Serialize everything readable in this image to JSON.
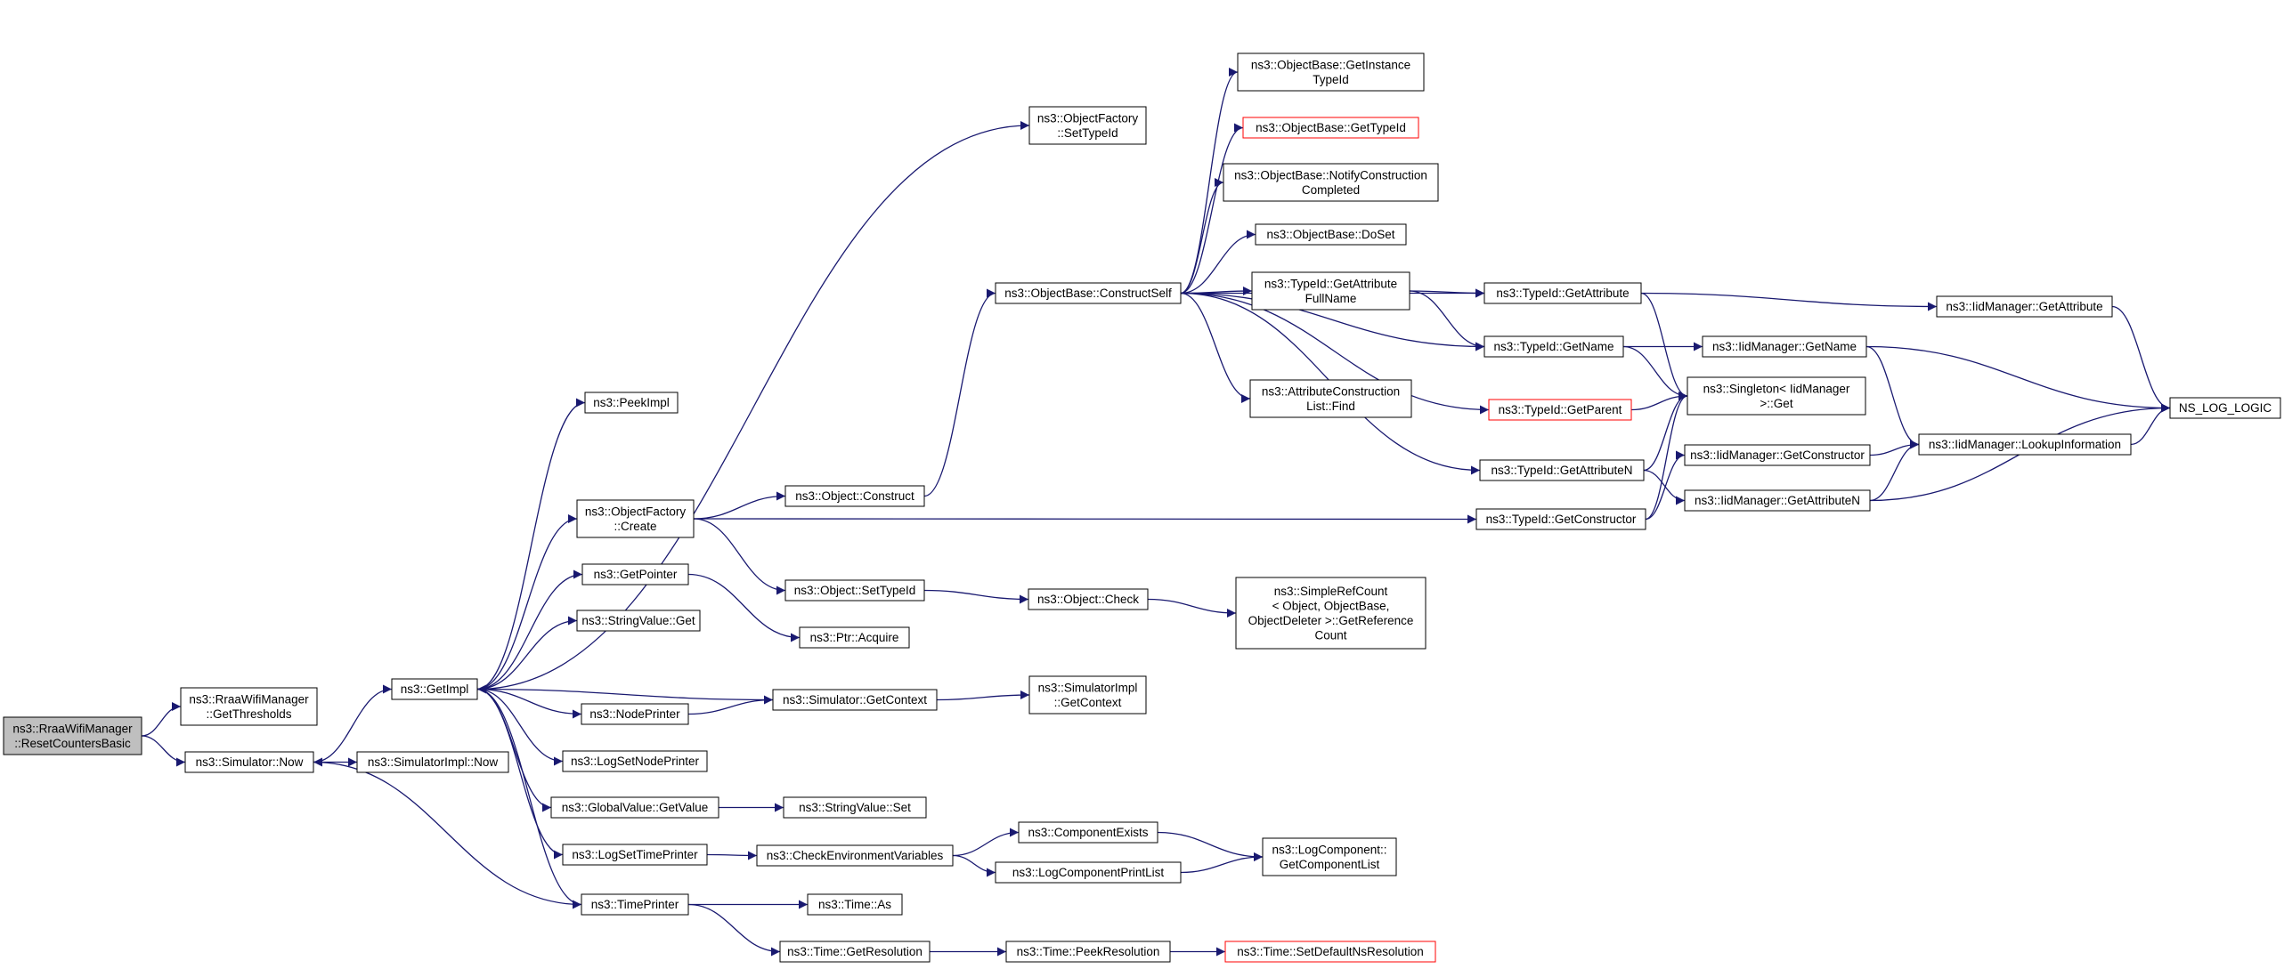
{
  "colors": {
    "edge": "#191970",
    "node_border": "#000000",
    "node_border_truncated": "#ff0000",
    "root_fill": "#bfbfbf",
    "node_fill": "#ffffff"
  },
  "graph": {
    "nodes": [
      {
        "id": "root",
        "lines": [
          "ns3::RraaWifiManager",
          "::ResetCountersBasic"
        ],
        "root": true
      },
      {
        "id": "getthr",
        "lines": [
          "ns3::RraaWifiManager",
          "::GetThresholds"
        ]
      },
      {
        "id": "simnow",
        "lines": [
          "ns3::Simulator::Now"
        ]
      },
      {
        "id": "simimplnow",
        "lines": [
          "ns3::SimulatorImpl::Now"
        ]
      },
      {
        "id": "getimpl",
        "lines": [
          "ns3::GetImpl"
        ]
      },
      {
        "id": "peekimpl",
        "lines": [
          "ns3::PeekImpl"
        ]
      },
      {
        "id": "ofcreate",
        "lines": [
          "ns3::ObjectFactory",
          "::Create"
        ]
      },
      {
        "id": "getpointer",
        "lines": [
          "ns3::GetPointer"
        ]
      },
      {
        "id": "svget",
        "lines": [
          "ns3::StringValue::Get"
        ]
      },
      {
        "id": "nodeprinter",
        "lines": [
          "ns3::NodePrinter"
        ]
      },
      {
        "id": "logsetnode",
        "lines": [
          "ns3::LogSetNodePrinter"
        ]
      },
      {
        "id": "gvgetvalue",
        "lines": [
          "ns3::GlobalValue::GetValue"
        ]
      },
      {
        "id": "logsettime",
        "lines": [
          "ns3::LogSetTimePrinter"
        ]
      },
      {
        "id": "timeprinter",
        "lines": [
          "ns3::TimePrinter"
        ]
      },
      {
        "id": "ofsettypeid",
        "lines": [
          "ns3::ObjectFactory",
          "::SetTypeId"
        ]
      },
      {
        "id": "objconstruct",
        "lines": [
          "ns3::Object::Construct"
        ]
      },
      {
        "id": "objsettypeid",
        "lines": [
          "ns3::Object::SetTypeId"
        ]
      },
      {
        "id": "ptracquire",
        "lines": [
          "ns3::Ptr::Acquire"
        ]
      },
      {
        "id": "simgetctx",
        "lines": [
          "ns3::Simulator::GetContext"
        ]
      },
      {
        "id": "svset",
        "lines": [
          "ns3::StringValue::Set"
        ]
      },
      {
        "id": "checkenv",
        "lines": [
          "ns3::CheckEnvironmentVariables"
        ]
      },
      {
        "id": "timeas",
        "lines": [
          "ns3::Time::As"
        ]
      },
      {
        "id": "timegetres",
        "lines": [
          "ns3::Time::GetResolution"
        ]
      },
      {
        "id": "constructself",
        "lines": [
          "ns3::ObjectBase::ConstructSelf"
        ]
      },
      {
        "id": "objcheck",
        "lines": [
          "ns3::Object::Check"
        ]
      },
      {
        "id": "simimplctx",
        "lines": [
          "ns3::SimulatorImpl",
          "::GetContext"
        ]
      },
      {
        "id": "compexists",
        "lines": [
          "ns3::ComponentExists"
        ]
      },
      {
        "id": "compprint",
        "lines": [
          "ns3::LogComponentPrintList"
        ]
      },
      {
        "id": "timepeekres",
        "lines": [
          "ns3::Time::PeekResolution"
        ]
      },
      {
        "id": "getinstance",
        "lines": [
          "ns3::ObjectBase::GetInstance",
          "TypeId"
        ]
      },
      {
        "id": "obgettypeid",
        "lines": [
          "ns3::ObjectBase::GetTypeId"
        ],
        "truncated": true
      },
      {
        "id": "notifyconst",
        "lines": [
          "ns3::ObjectBase::NotifyConstruction",
          "Completed"
        ]
      },
      {
        "id": "doset",
        "lines": [
          "ns3::ObjectBase::DoSet"
        ]
      },
      {
        "id": "getattrfull",
        "lines": [
          "ns3::TypeId::GetAttribute",
          "FullName"
        ]
      },
      {
        "id": "attrfind",
        "lines": [
          "ns3::AttributeConstruction",
          "List::Find"
        ]
      },
      {
        "id": "simplerefcount",
        "lines": [
          "ns3::SimpleRefCount",
          "< Object, ObjectBase,",
          "ObjectDeleter >::GetReference",
          "Count"
        ]
      },
      {
        "id": "logcompget",
        "lines": [
          "ns3::LogComponent::",
          "GetComponentList"
        ]
      },
      {
        "id": "setdefaultns",
        "lines": [
          "ns3::Time::SetDefaultNsResolution"
        ],
        "truncated": true
      },
      {
        "id": "tgetattr",
        "lines": [
          "ns3::TypeId::GetAttribute"
        ]
      },
      {
        "id": "tgetname",
        "lines": [
          "ns3::TypeId::GetName"
        ]
      },
      {
        "id": "tgetparent",
        "lines": [
          "ns3::TypeId::GetParent"
        ],
        "truncated": true
      },
      {
        "id": "tgetattrn",
        "lines": [
          "ns3::TypeId::GetAttributeN"
        ]
      },
      {
        "id": "tgetconstructor",
        "lines": [
          "ns3::TypeId::GetConstructor"
        ]
      },
      {
        "id": "singleton",
        "lines": [
          "ns3::Singleton< IidManager",
          ">::Get"
        ]
      },
      {
        "id": "iidgetname",
        "lines": [
          "ns3::IidManager::GetName"
        ]
      },
      {
        "id": "iidgetconstructor",
        "lines": [
          "ns3::IidManager::GetConstructor"
        ]
      },
      {
        "id": "iidgetattrn",
        "lines": [
          "ns3::IidManager::GetAttributeN"
        ]
      },
      {
        "id": "iidgetattr",
        "lines": [
          "ns3::IidManager::GetAttribute"
        ]
      },
      {
        "id": "lookupinfo",
        "lines": [
          "ns3::IidManager::LookupInformation"
        ]
      },
      {
        "id": "nslog",
        "lines": [
          "NS_LOG_LOGIC"
        ]
      }
    ],
    "edges": [
      [
        "root",
        "getthr"
      ],
      [
        "root",
        "simnow"
      ],
      [
        "simnow",
        "simimplnow"
      ],
      [
        "simnow",
        "getimpl"
      ],
      [
        "getimpl",
        "peekimpl"
      ],
      [
        "getimpl",
        "ofsettypeid"
      ],
      [
        "getimpl",
        "ofcreate"
      ],
      [
        "getimpl",
        "getpointer"
      ],
      [
        "getimpl",
        "svget"
      ],
      [
        "getimpl",
        "nodeprinter"
      ],
      [
        "getimpl",
        "logsetnode"
      ],
      [
        "getimpl",
        "gvgetvalue"
      ],
      [
        "getimpl",
        "logsettime"
      ],
      [
        "getimpl",
        "timeprinter"
      ],
      [
        "ofcreate",
        "objconstruct"
      ],
      [
        "ofcreate",
        "objsettypeid"
      ],
      [
        "ofcreate",
        "tgetconstructor"
      ],
      [
        "getpointer",
        "ptracquire"
      ],
      [
        "objconstruct",
        "constructself"
      ],
      [
        "objsettypeid",
        "objcheck"
      ],
      [
        "objcheck",
        "simplerefcount"
      ],
      [
        "nodeprinter",
        "simgetctx"
      ],
      [
        "simgetctx",
        "getimpl"
      ],
      [
        "simgetctx",
        "simimplctx"
      ],
      [
        "gvgetvalue",
        "svset"
      ],
      [
        "logsettime",
        "checkenv"
      ],
      [
        "checkenv",
        "compexists"
      ],
      [
        "checkenv",
        "compprint"
      ],
      [
        "compexists",
        "logcompget"
      ],
      [
        "compprint",
        "logcompget"
      ],
      [
        "timeprinter",
        "simnow"
      ],
      [
        "timeprinter",
        "timeas"
      ],
      [
        "timeprinter",
        "timegetres"
      ],
      [
        "timegetres",
        "timepeekres"
      ],
      [
        "timepeekres",
        "setdefaultns"
      ],
      [
        "constructself",
        "getinstance"
      ],
      [
        "constructself",
        "obgettypeid"
      ],
      [
        "constructself",
        "notifyconst"
      ],
      [
        "constructself",
        "doset"
      ],
      [
        "constructself",
        "getattrfull"
      ],
      [
        "constructself",
        "attrfind"
      ],
      [
        "constructself",
        "tgetattr"
      ],
      [
        "constructself",
        "tgetname"
      ],
      [
        "constructself",
        "tgetparent"
      ],
      [
        "constructself",
        "tgetattrn"
      ],
      [
        "getattrfull",
        "tgetattr"
      ],
      [
        "getattrfull",
        "tgetname"
      ],
      [
        "tgetattr",
        "singleton"
      ],
      [
        "tgetattr",
        "iidgetattr"
      ],
      [
        "tgetname",
        "singleton"
      ],
      [
        "tgetname",
        "iidgetname"
      ],
      [
        "tgetparent",
        "singleton"
      ],
      [
        "tgetattrn",
        "singleton"
      ],
      [
        "tgetattrn",
        "iidgetattrn"
      ],
      [
        "tgetconstructor",
        "singleton"
      ],
      [
        "tgetconstructor",
        "iidgetconstructor"
      ],
      [
        "iidgetname",
        "lookupinfo"
      ],
      [
        "iidgetname",
        "nslog"
      ],
      [
        "iidgetattr",
        "nslog"
      ],
      [
        "iidgetconstructor",
        "lookupinfo"
      ],
      [
        "iidgetattrn",
        "lookupinfo"
      ],
      [
        "iidgetattrn",
        "nslog"
      ],
      [
        "lookupinfo",
        "nslog"
      ]
    ]
  }
}
